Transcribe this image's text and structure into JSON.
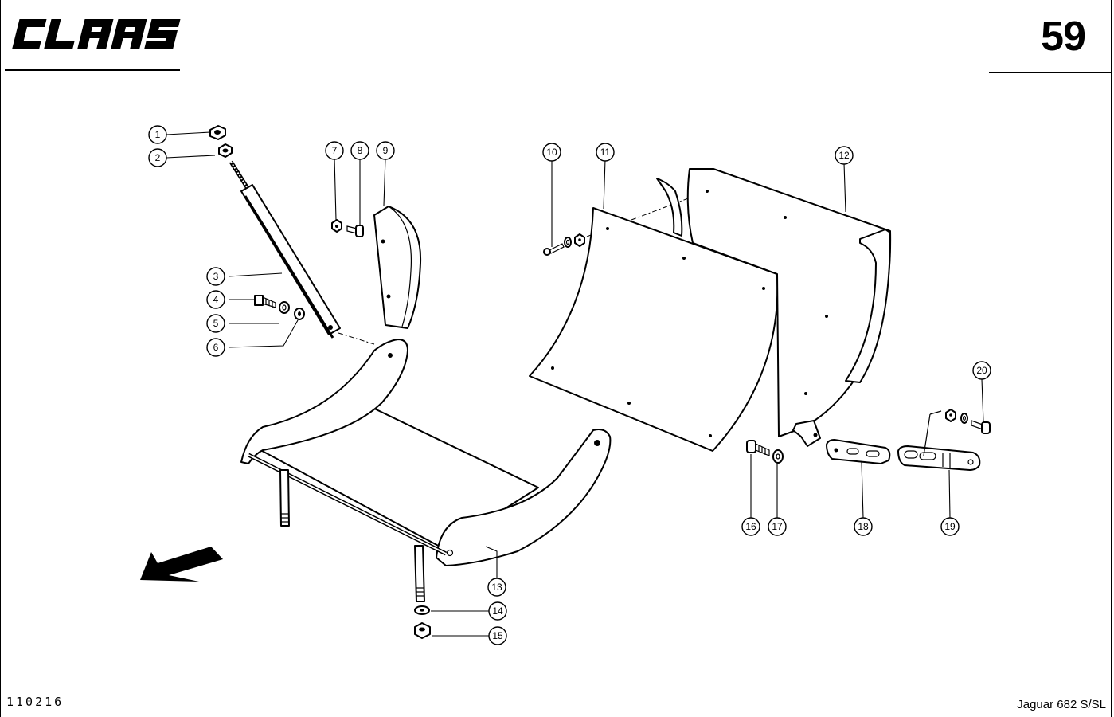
{
  "header": {
    "brand": "CLAAS",
    "page_number": "59"
  },
  "footer": {
    "document_number": "110216",
    "model": "Jaguar 682 S/SL"
  },
  "callouts": [
    "1",
    "2",
    "3",
    "4",
    "5",
    "6",
    "7",
    "8",
    "9",
    "10",
    "11",
    "12",
    "13",
    "14",
    "15",
    "16",
    "17",
    "18",
    "19",
    "20"
  ]
}
